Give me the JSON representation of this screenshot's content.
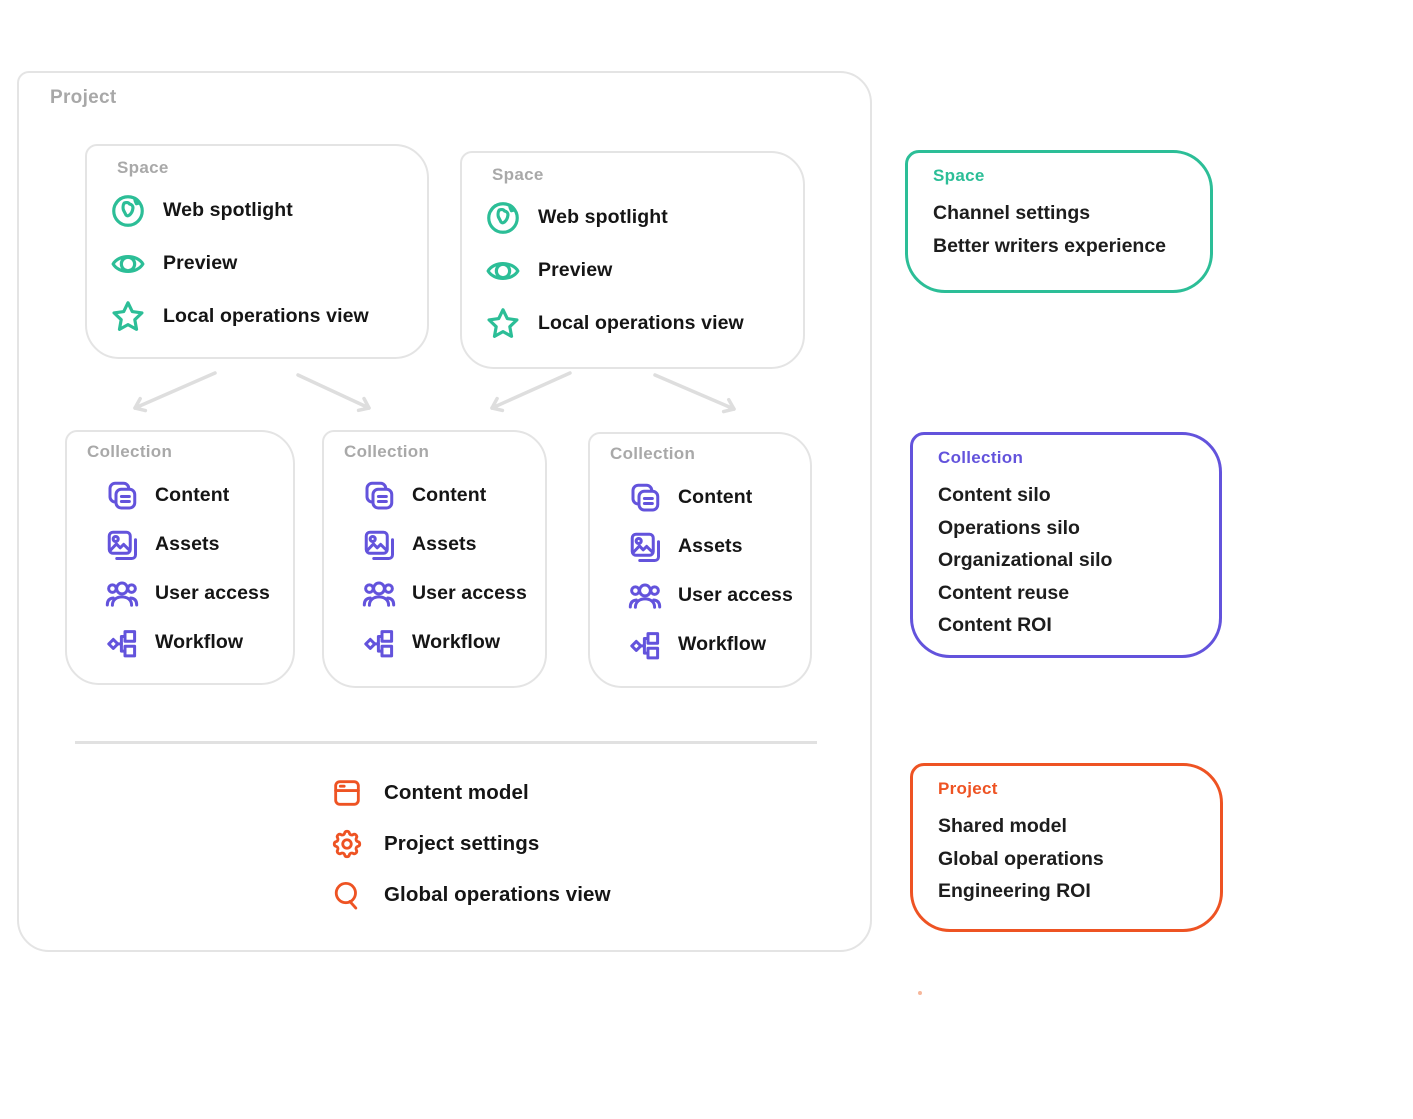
{
  "colors": {
    "green": "#2CBE97",
    "purple": "#6353DC",
    "orange": "#EE5323",
    "box_border_gray": "#E4E4E4",
    "label_gray": "#A8A8A8",
    "arrow_gray": "#DEDEDE",
    "text_dark": "#151515"
  },
  "diagram": {
    "project_label": "Project",
    "spaces": [
      {
        "label": "Space",
        "items": [
          {
            "icon": "globe-icon",
            "label": "Web spotlight"
          },
          {
            "icon": "eye-icon",
            "label": "Preview"
          },
          {
            "icon": "star-icon",
            "label": "Local operations view"
          }
        ]
      },
      {
        "label": "Space",
        "items": [
          {
            "icon": "globe-icon",
            "label": "Web spotlight"
          },
          {
            "icon": "eye-icon",
            "label": "Preview"
          },
          {
            "icon": "star-icon",
            "label": "Local operations view"
          }
        ]
      }
    ],
    "collections": [
      {
        "label": "Collection",
        "items": [
          {
            "icon": "content-icon",
            "label": "Content"
          },
          {
            "icon": "assets-icon",
            "label": "Assets"
          },
          {
            "icon": "user-access-icon",
            "label": "User access"
          },
          {
            "icon": "workflow-icon",
            "label": "Workflow"
          }
        ]
      },
      {
        "label": "Collection",
        "items": [
          {
            "icon": "content-icon",
            "label": "Content"
          },
          {
            "icon": "assets-icon",
            "label": "Assets"
          },
          {
            "icon": "user-access-icon",
            "label": "User access"
          },
          {
            "icon": "workflow-icon",
            "label": "Workflow"
          }
        ]
      },
      {
        "label": "Collection",
        "items": [
          {
            "icon": "content-icon",
            "label": "Content"
          },
          {
            "icon": "assets-icon",
            "label": "Assets"
          },
          {
            "icon": "user-access-icon",
            "label": "User access"
          },
          {
            "icon": "workflow-icon",
            "label": "Workflow"
          }
        ]
      }
    ],
    "project_features": [
      {
        "icon": "content-model-icon",
        "label": "Content model"
      },
      {
        "icon": "gear-icon",
        "label": "Project settings"
      },
      {
        "icon": "magnifier-icon",
        "label": "Global operations view"
      }
    ]
  },
  "legend": {
    "space": {
      "title": "Space",
      "items": [
        "Channel settings",
        "Better writers experience"
      ]
    },
    "collection": {
      "title": "Collection",
      "items": [
        "Content silo",
        "Operations silo",
        "Organizational silo",
        "Content reuse",
        "Content ROI"
      ]
    },
    "project": {
      "title": "Project",
      "items": [
        "Shared model",
        "Global operations",
        "Engineering ROI"
      ]
    }
  }
}
